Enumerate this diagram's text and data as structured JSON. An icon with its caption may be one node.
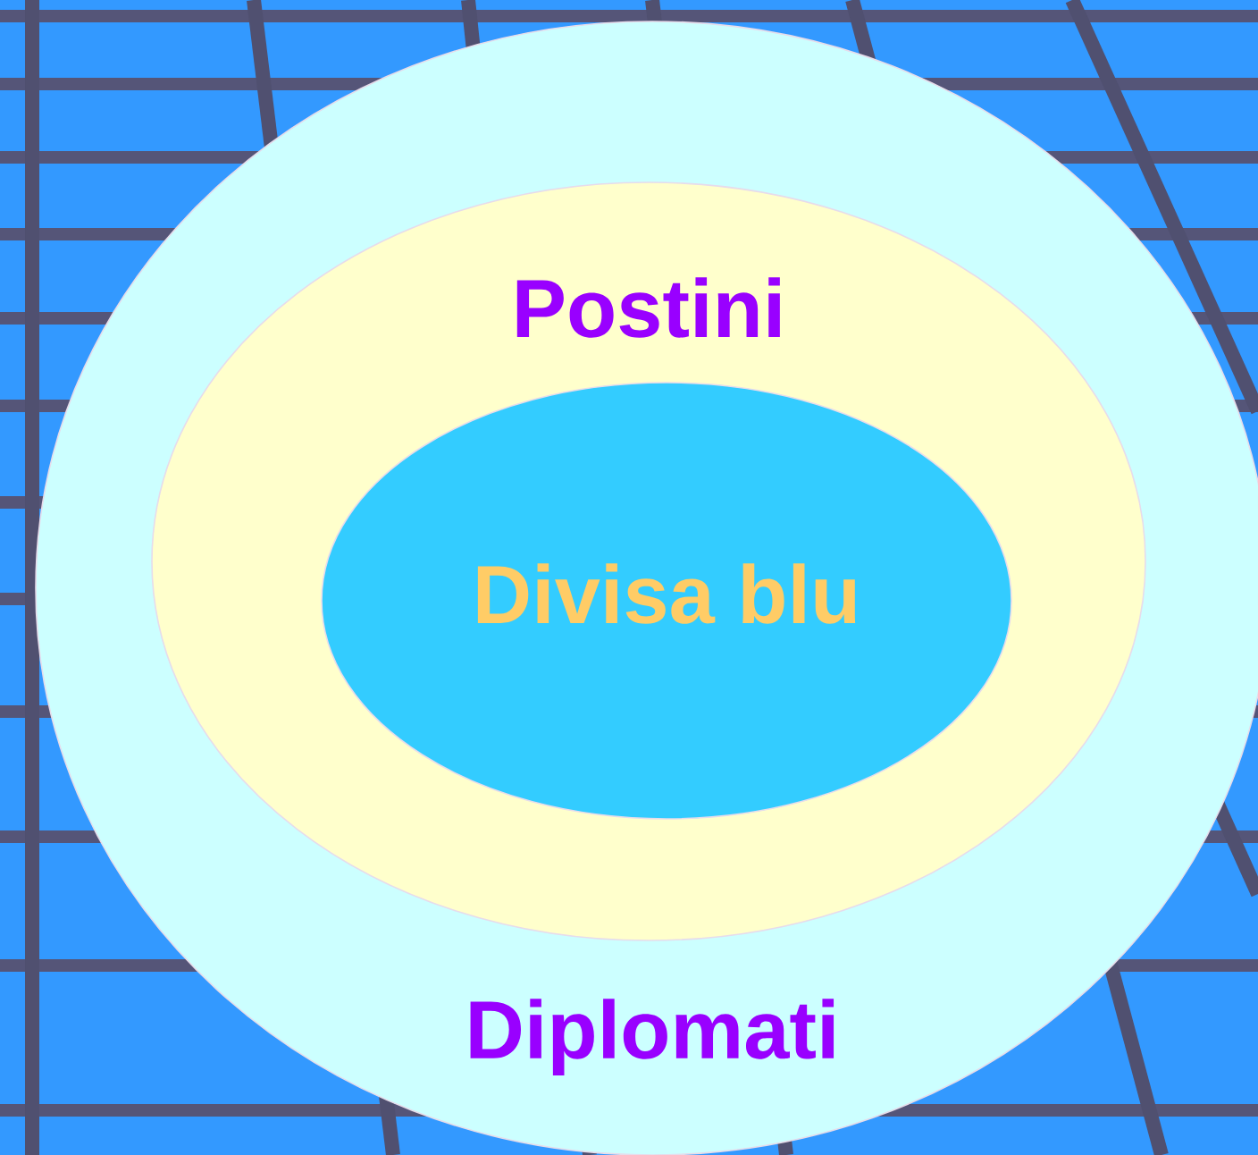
{
  "diagram": {
    "nodes": [
      {
        "text": [
          "Diplomati"
        ]
      },
      {
        "text": [
          "Postini"
        ],
        "in": 0
      },
      {
        "text": [
          "Divisa blu"
        ],
        "in": 1
      }
    ]
  }
}
